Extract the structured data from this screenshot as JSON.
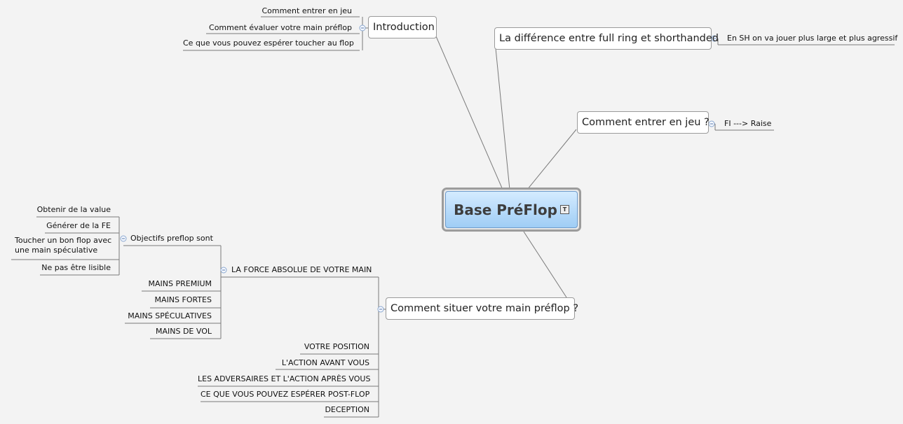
{
  "central": {
    "title": "Base PréFlop"
  },
  "branches": {
    "intro": {
      "label": "Introduction",
      "children": [
        "Comment entrer en jeu",
        "Comment  évaluer votre main préflop",
        "Ce que vous pouvez espérer toucher au flop"
      ]
    },
    "diff": {
      "label": "La différence entre full ring et shorthanded",
      "children": [
        "En SH on va jouer plus large et plus agressif"
      ]
    },
    "entrer": {
      "label": "Comment entrer en jeu ?",
      "children": [
        "FI ---> Raise"
      ]
    },
    "situer": {
      "label": "Comment situer votre main préflop ?",
      "force": {
        "label": "LA FORCE ABSOLUE DE VOTRE MAIN",
        "objectifs": {
          "label": "Objectifs preflop sont",
          "children": [
            "Obtenir de la value",
            "Générer de la FE",
            "Toucher un bon flop avec une main spéculative",
            "Ne pas être lisible"
          ]
        },
        "mains": [
          "MAINS PREMIUM",
          "MAINS FORTES",
          "MAINS SPÉCULATIVES",
          "MAINS DE VOL"
        ]
      },
      "others": [
        "VOTRE POSITION",
        "L'ACTION AVANT VOUS",
        "LES ADVERSAIRES ET L'ACTION APRÈS VOUS",
        "CE QUE VOUS POUVEZ ESPÉRER POST-FLOP",
        "DECEPTION"
      ]
    }
  }
}
